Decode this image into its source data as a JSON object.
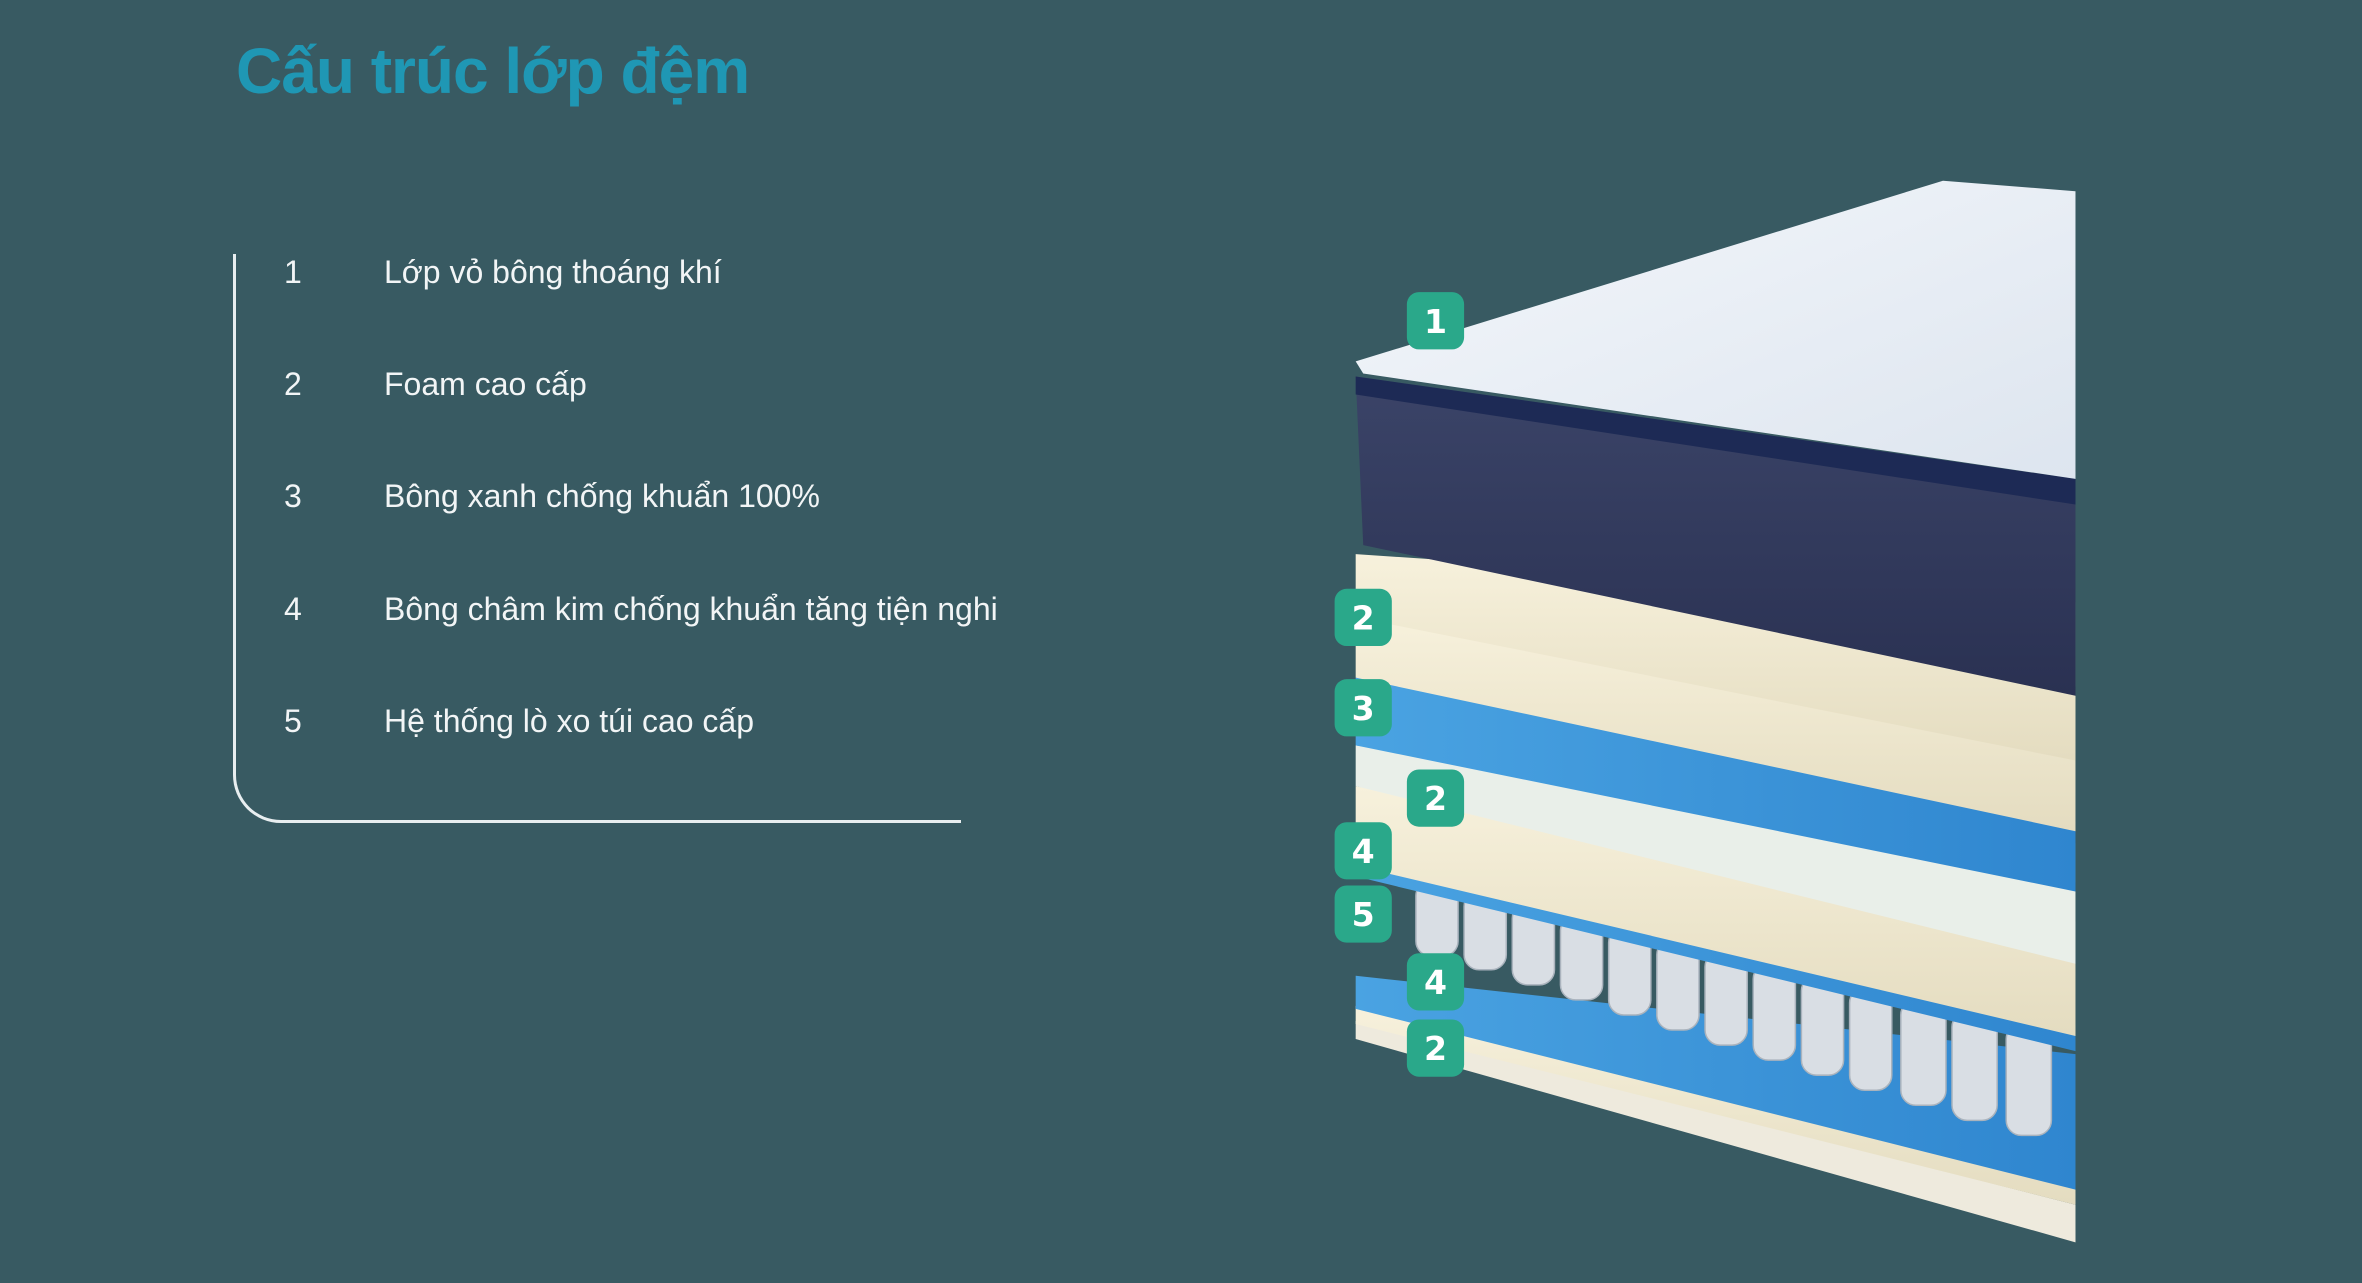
{
  "title": "Cấu trúc lớp đệm",
  "layers": [
    {
      "number": "1",
      "label": "Lớp vỏ bông thoáng khí"
    },
    {
      "number": "2",
      "label": "Foam cao cấp"
    },
    {
      "number": "3",
      "label": "Bông xanh chống khuẩn 100%"
    },
    {
      "number": "4",
      "label": "Bông châm kim chống khuẩn tăng tiện nghi"
    },
    {
      "number": "5",
      "label": "Hệ thống lò xo túi cao cấp"
    }
  ],
  "badges": [
    "1",
    "2",
    "3",
    "2",
    "4",
    "5",
    "4",
    "2"
  ],
  "colors": {
    "background": "#385a62",
    "title": "#1f97b4",
    "badge": "#2aa88a",
    "navy": "#2c3558",
    "foam": "#f3ecd4",
    "blue": "#3a92d8"
  }
}
